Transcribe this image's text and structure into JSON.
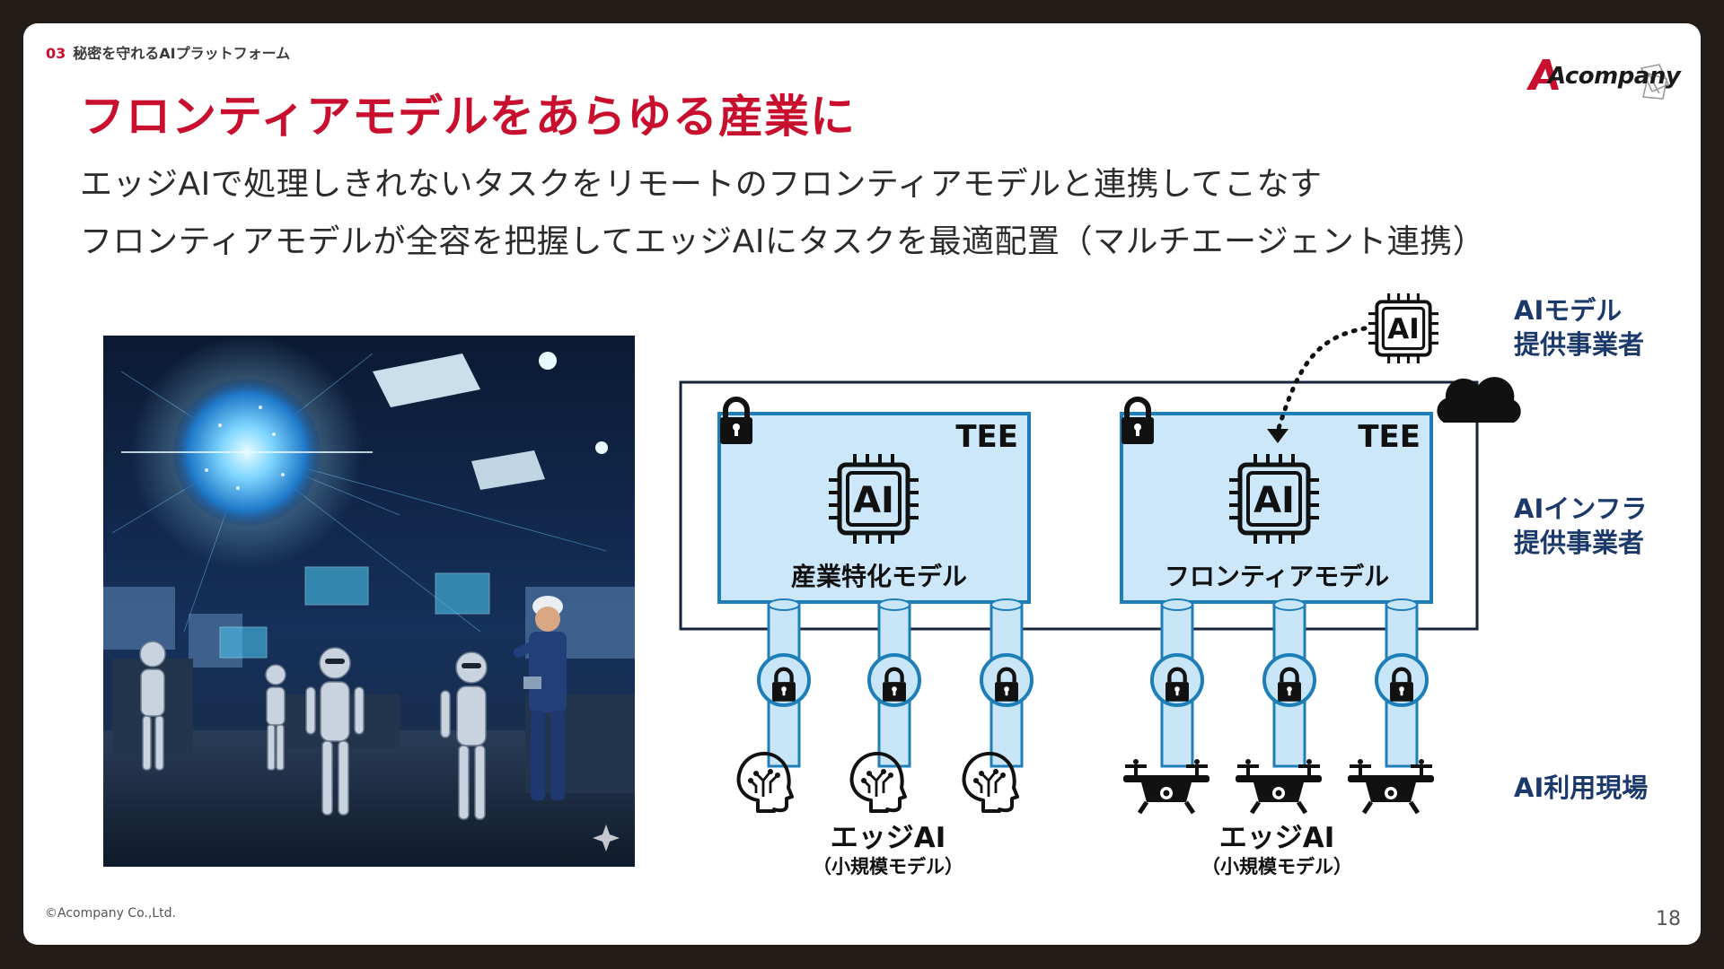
{
  "header": {
    "section_number": "03",
    "section_title": "秘密を守れるAIプラットフォーム",
    "logo_text": "Acompany"
  },
  "title": "フロンティアモデルをあらゆる産業に",
  "subtitle_lines": [
    "エッジAIで処理しきれないタスクをリモートのフロンティアモデルと連携してこなす",
    "フロンティアモデルが全容を把握してエッジAIにタスクを最適配置（マルチエージェント連携）"
  ],
  "diagram": {
    "tee_label": "TEE",
    "chip_label": "AI",
    "left_box_label": "産業特化モデル",
    "right_box_label": "フロンティアモデル",
    "edge_label_main": "エッジAI",
    "edge_label_sub": "（小規模モデル）",
    "layers": {
      "model_provider": [
        "AIモデル",
        "提供事業者"
      ],
      "infra_provider": [
        "AIインフラ",
        "提供事業者"
      ],
      "usage_site": "AI利用現場"
    }
  },
  "colors": {
    "accent_red": "#c8102e",
    "navy": "#1b3a6b",
    "tee_fill": "#cce7fa",
    "tee_stroke": "#1e7fb8",
    "pipe_fill": "#c9e6f8"
  },
  "icons": [
    "lock-icon",
    "cloud-icon",
    "ai-chip-icon",
    "head-circuit-icon",
    "drone-icon",
    "sparkle-icon"
  ],
  "footer": {
    "copyright": "©Acompany Co.,Ltd.",
    "page_number": "18"
  }
}
